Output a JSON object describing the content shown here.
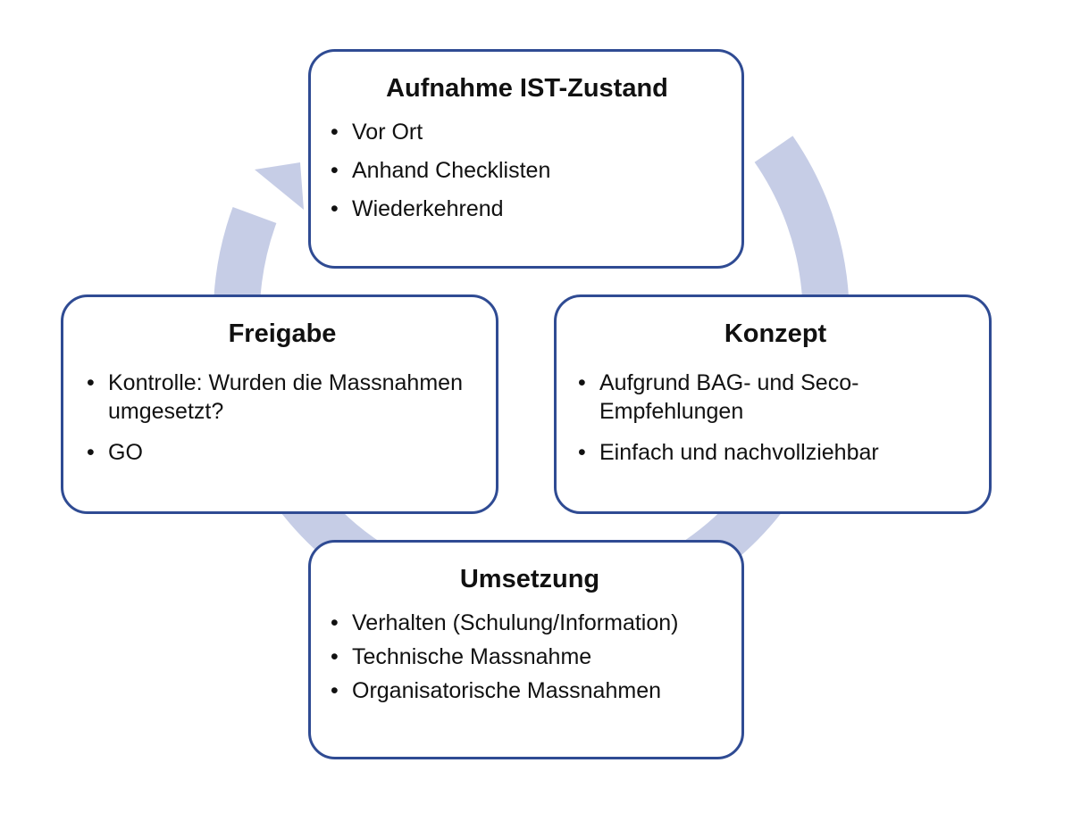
{
  "colors": {
    "ring": "#c6cde6",
    "box_border": "#2f4b93",
    "box_fill": "#ffffff",
    "text": "#111111"
  },
  "boxes": {
    "aufnahme": {
      "title": "Aufnahme IST-Zustand",
      "items": [
        "Vor Ort",
        "Anhand Checklisten",
        "Wiederkehrend"
      ]
    },
    "konzept": {
      "title": "Konzept",
      "items": [
        "Aufgrund BAG- und Seco-Empfehlungen",
        "Einfach und nachvollziehbar"
      ]
    },
    "umsetzung": {
      "title": "Umsetzung",
      "items": [
        "Verhalten (Schulung/Information)",
        "Technische Massnahme",
        "Organisatorische Massnahmen"
      ]
    },
    "freigabe": {
      "title": "Freigabe",
      "items": [
        "Kontrolle: Wurden die Massnahmen umgesetzt?",
        "GO"
      ]
    }
  }
}
